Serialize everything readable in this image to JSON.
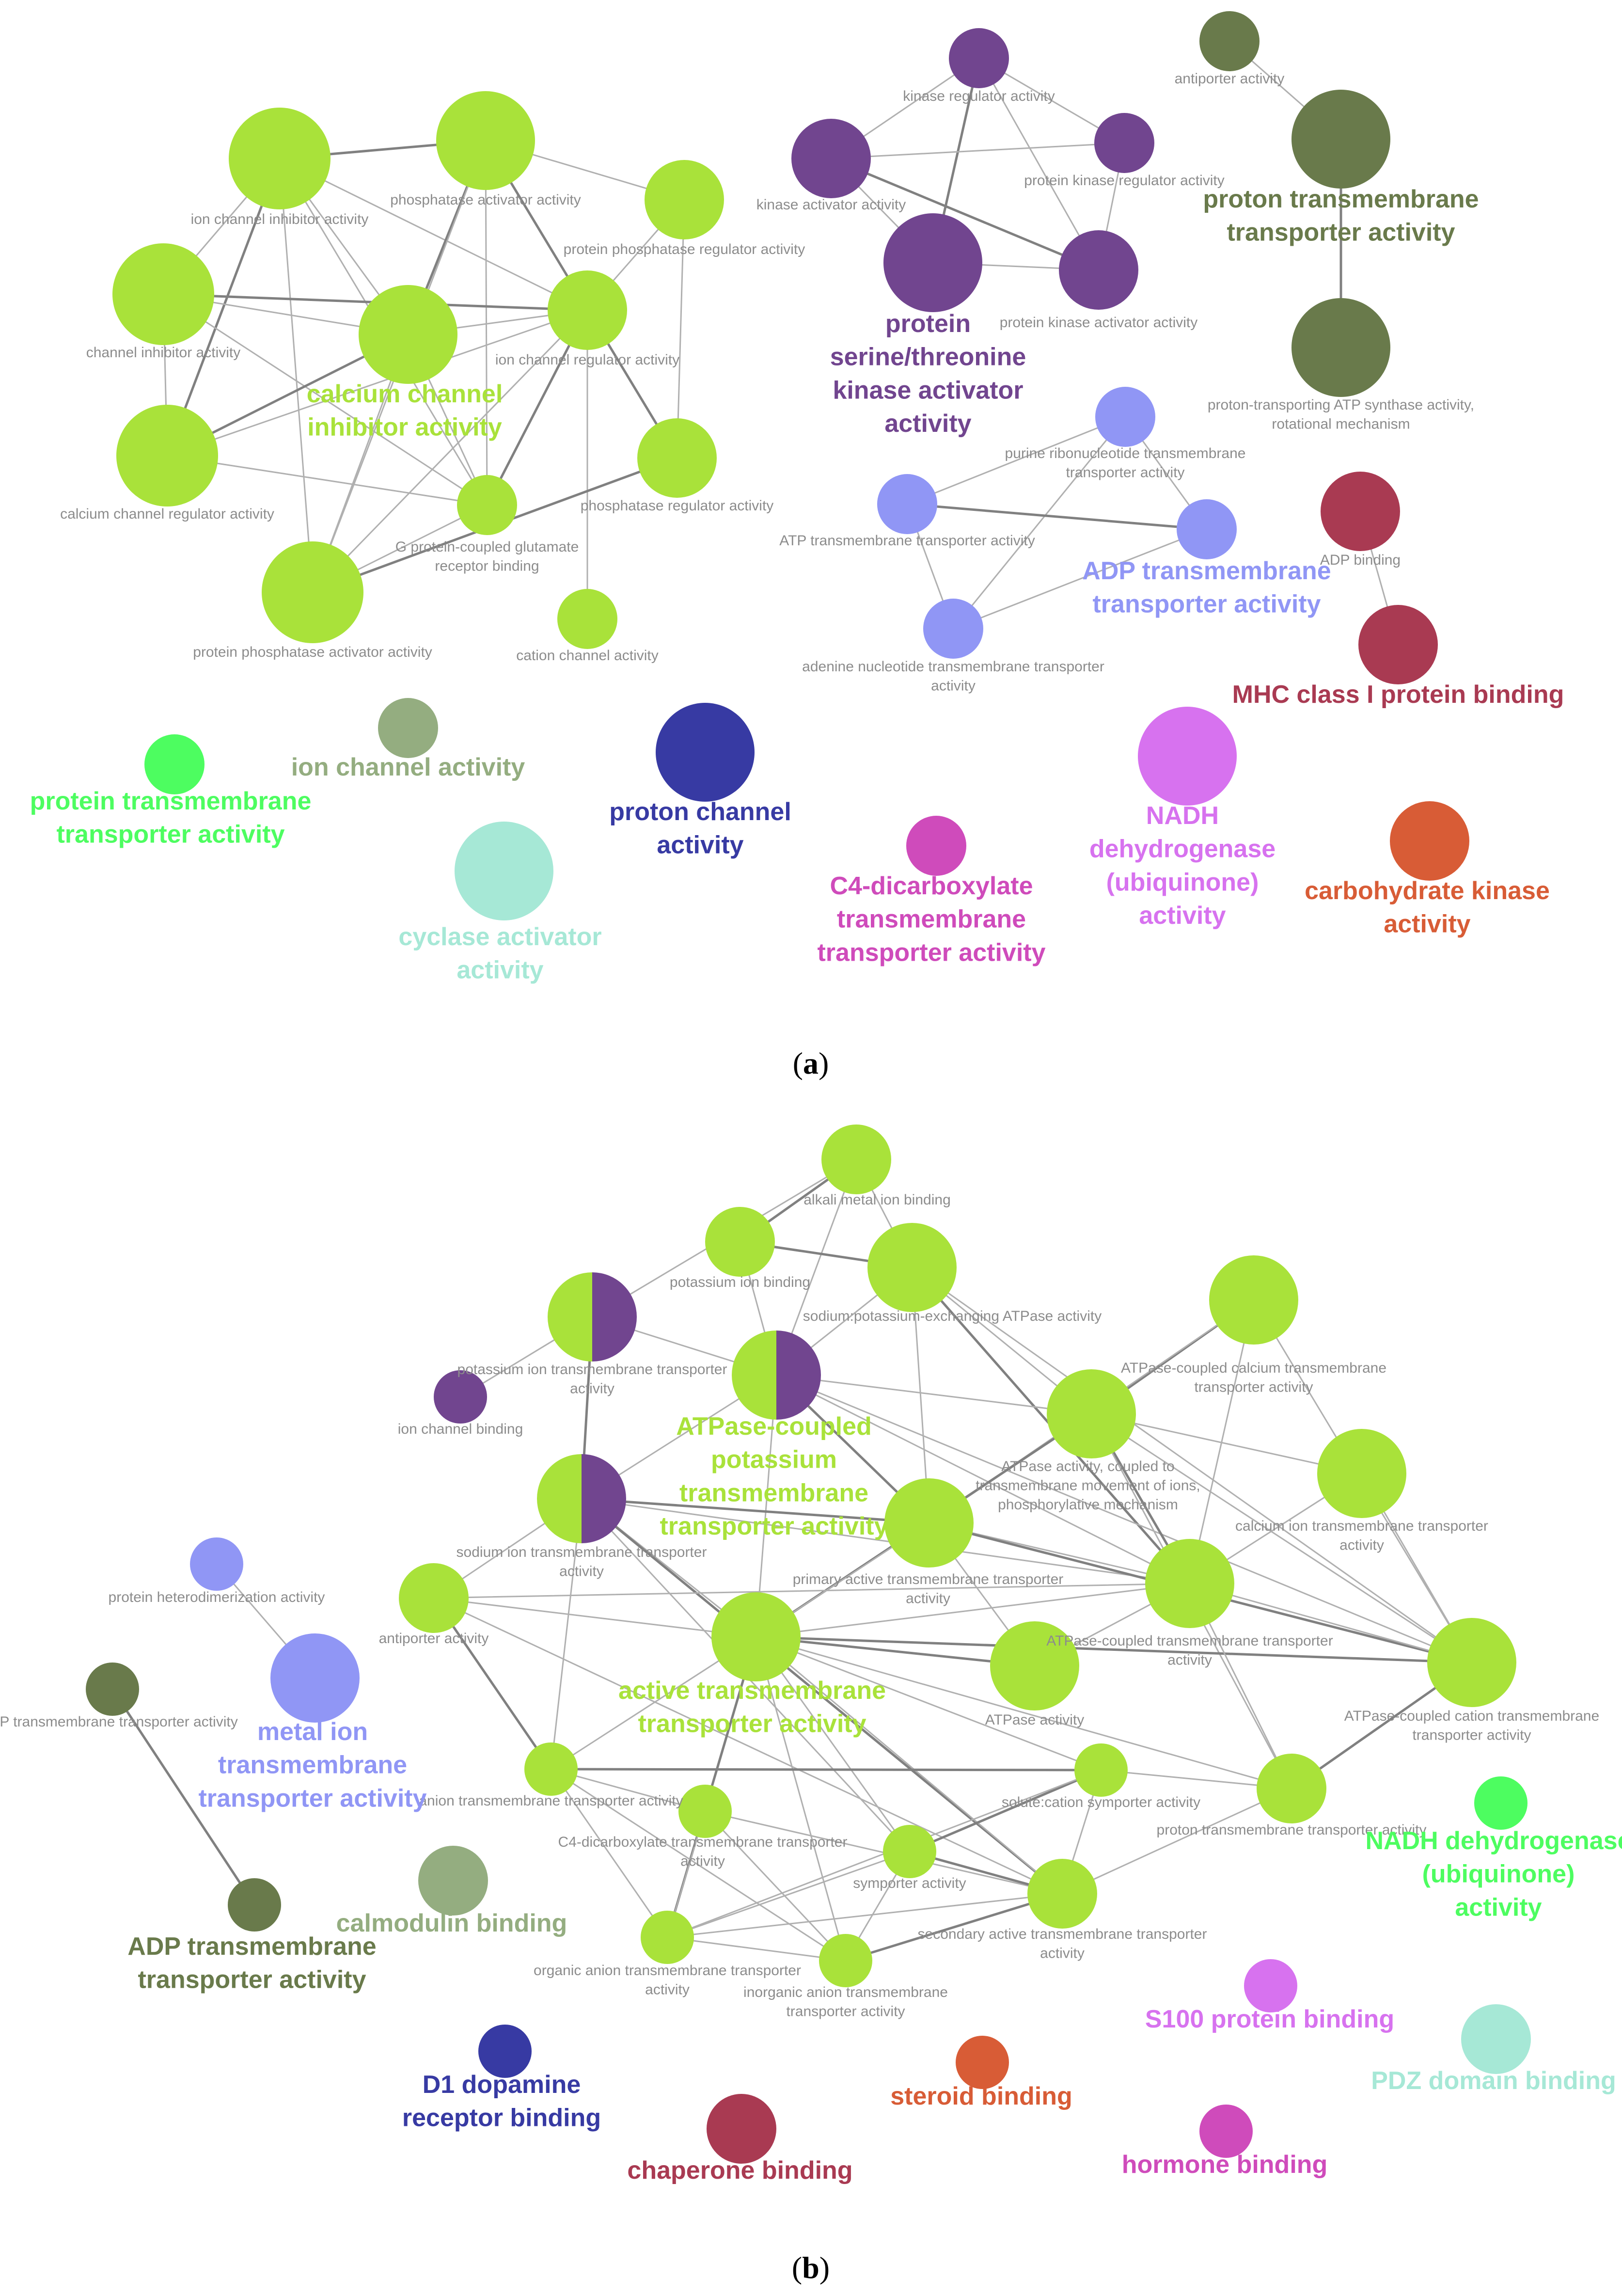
{
  "colors": {
    "lime": "#a9e23a",
    "purple": "#71458f",
    "olive": "#697a4b",
    "periwinkle": "#9096f5",
    "crimson": "#a93a52",
    "green": "#4dfd60",
    "sage": "#94ad80",
    "navy": "#373aa3",
    "aqua": "#a6e8d6",
    "magenta": "#cf4bbb",
    "violet": "#d772ef",
    "orange": "#d85c36",
    "edge": "#b0b0b0",
    "edge_strong": "#808080"
  },
  "panels": [
    {
      "label_open": "(",
      "label_letter": "a",
      "label_close": ")",
      "nodes": [
        {
          "id": "a_ionInh",
          "label": "ion channel inhibitor activity",
          "color": "lime"
        },
        {
          "id": "a_phosAct",
          "label": "phosphatase activator activity",
          "color": "lime"
        },
        {
          "id": "a_ppRegAct",
          "label": "protein phosphatase regulator activity",
          "color": "lime"
        },
        {
          "id": "a_chanInh",
          "label": "channel inhibitor activity",
          "color": "lime"
        },
        {
          "id": "a_caInh",
          "label": "calcium channel inhibitor activity",
          "color": "lime",
          "big": true
        },
        {
          "id": "a_ionReg",
          "label": "ion channel regulator activity",
          "color": "lime"
        },
        {
          "id": "a_caReg",
          "label": "calcium channel regulator activity",
          "color": "lime"
        },
        {
          "id": "a_phosReg",
          "label": "phosphatase regulator activity",
          "color": "lime"
        },
        {
          "id": "a_gpcr",
          "label": "G protein-coupled glutamate receptor binding",
          "color": "lime"
        },
        {
          "id": "a_ppAct",
          "label": "protein phosphatase activator activity",
          "color": "lime"
        },
        {
          "id": "a_cation",
          "label": "cation channel activity",
          "color": "lime"
        },
        {
          "id": "a_kinReg",
          "label": "kinase regulator activity",
          "color": "purple"
        },
        {
          "id": "a_kinAct",
          "label": "kinase activator activity",
          "color": "purple"
        },
        {
          "id": "a_pkReg",
          "label": "protein kinase regulator activity",
          "color": "purple"
        },
        {
          "id": "a_pstk",
          "label": "protein serine/threonine kinase activator activity",
          "color": "purple",
          "big": true
        },
        {
          "id": "a_pkAct",
          "label": "protein kinase activator activity",
          "color": "purple"
        },
        {
          "id": "a_antiporter",
          "label": "antiporter activity",
          "color": "olive"
        },
        {
          "id": "a_proton",
          "label": "proton transmembrane transporter activity",
          "color": "olive",
          "big": true
        },
        {
          "id": "a_atpSynth",
          "label": "proton-transporting ATP synthase activity, rotational mechanism",
          "color": "olive"
        },
        {
          "id": "a_purine",
          "label": "purine ribonucleotide transmembrane transporter activity",
          "color": "periwinkle"
        },
        {
          "id": "a_atpTrans",
          "label": "ATP transmembrane transporter activity",
          "color": "periwinkle"
        },
        {
          "id": "a_adp",
          "label": "ADP transmembrane transporter activity",
          "color": "periwinkle",
          "big": true
        },
        {
          "id": "a_adenine",
          "label": "adenine nucleotide transmembrane transporter activity",
          "color": "periwinkle"
        },
        {
          "id": "a_adpBind",
          "label": "ADP binding",
          "color": "crimson"
        },
        {
          "id": "a_mhc",
          "label": "MHC class I protein binding",
          "color": "crimson",
          "big": true
        },
        {
          "id": "a_ptt",
          "label": "protein transmembrane transporter activity",
          "color": "green",
          "big": true
        },
        {
          "id": "a_ionChan",
          "label": "ion channel activity",
          "color": "sage",
          "big": true
        },
        {
          "id": "a_protonChan",
          "label": "proton channel activity",
          "color": "navy",
          "big": true
        },
        {
          "id": "a_cyclase",
          "label": "cyclase activator activity",
          "color": "aqua",
          "big": true
        },
        {
          "id": "a_c4",
          "label": "C4-dicarboxylate transmembrane transporter activity",
          "color": "magenta",
          "big": true
        },
        {
          "id": "a_nadh",
          "label": "NADH dehydrogenase (ubiquinone) activity",
          "color": "violet",
          "big": true
        },
        {
          "id": "a_carb",
          "label": "carbohydrate kinase activity",
          "color": "orange",
          "big": true
        }
      ],
      "edges": [
        [
          "a_ionInh",
          "a_phosAct"
        ],
        [
          "a_ionInh",
          "a_chanInh"
        ],
        [
          "a_ionInh",
          "a_caInh"
        ],
        [
          "a_ionInh",
          "a_ionReg"
        ],
        [
          "a_ionInh",
          "a_caReg"
        ],
        [
          "a_ionInh",
          "a_gpcr"
        ],
        [
          "a_ionInh",
          "a_ppAct"
        ],
        [
          "a_phosAct",
          "a_ppRegAct"
        ],
        [
          "a_phosAct",
          "a_caInh"
        ],
        [
          "a_phosAct",
          "a_ionReg"
        ],
        [
          "a_phosAct",
          "a_gpcr"
        ],
        [
          "a_phosAct",
          "a_ppAct"
        ],
        [
          "a_phosAct",
          "a_phosReg"
        ],
        [
          "a_ppRegAct",
          "a_phosReg"
        ],
        [
          "a_ppRegAct",
          "a_ionReg"
        ],
        [
          "a_chanInh",
          "a_caInh"
        ],
        [
          "a_chanInh",
          "a_ionReg"
        ],
        [
          "a_chanInh",
          "a_caReg"
        ],
        [
          "a_chanInh",
          "a_gpcr"
        ],
        [
          "a_caInh",
          "a_ionReg"
        ],
        [
          "a_caInh",
          "a_caReg"
        ],
        [
          "a_caInh",
          "a_gpcr"
        ],
        [
          "a_caInh",
          "a_ppAct"
        ],
        [
          "a_ionReg",
          "a_caReg"
        ],
        [
          "a_ionReg",
          "a_gpcr"
        ],
        [
          "a_ionReg",
          "a_cation"
        ],
        [
          "a_ionReg",
          "a_ppAct"
        ],
        [
          "a_caReg",
          "a_gpcr"
        ],
        [
          "a_phosReg",
          "a_ppAct"
        ],
        [
          "a_gpcr",
          "a_ppAct"
        ],
        [
          "a_kinReg",
          "a_kinAct"
        ],
        [
          "a_kinReg",
          "a_pkReg"
        ],
        [
          "a_kinReg",
          "a_pstk"
        ],
        [
          "a_kinReg",
          "a_pkAct"
        ],
        [
          "a_kinAct",
          "a_pkReg"
        ],
        [
          "a_kinAct",
          "a_pstk"
        ],
        [
          "a_kinAct",
          "a_pkAct"
        ],
        [
          "a_pkReg",
          "a_pkAct"
        ],
        [
          "a_pstk",
          "a_pkAct"
        ],
        [
          "a_antiporter",
          "a_proton"
        ],
        [
          "a_proton",
          "a_atpSynth"
        ],
        [
          "a_purine",
          "a_atpTrans"
        ],
        [
          "a_purine",
          "a_adp"
        ],
        [
          "a_purine",
          "a_adenine"
        ],
        [
          "a_atpTrans",
          "a_adp"
        ],
        [
          "a_atpTrans",
          "a_adenine"
        ],
        [
          "a_adp",
          "a_adenine"
        ],
        [
          "a_adpBind",
          "a_mhc"
        ]
      ]
    },
    {
      "label_open": "(",
      "label_letter": "b",
      "label_close": ")",
      "nodes": [
        {
          "id": "b_alkali",
          "label": "alkali metal ion binding",
          "color": "lime"
        },
        {
          "id": "b_potBind",
          "label": "potassium ion binding",
          "color": "lime"
        },
        {
          "id": "b_naK",
          "label": "sodium:potassium-exchanging ATPase activity",
          "color": "lime"
        },
        {
          "id": "b_kTrans",
          "label": "potassium ion transmembrane transporter activity",
          "color": "lime",
          "color2": "purple"
        },
        {
          "id": "b_ionChanBind",
          "label": "ion channel binding",
          "color": "purple"
        },
        {
          "id": "b_atpaseK",
          "label": "ATPase-coupled potassium transmembrane transporter activity",
          "color": "lime",
          "color2": "purple",
          "big": true
        },
        {
          "id": "b_atpaseCa",
          "label": "ATPase-coupled calcium transmembrane transporter activity",
          "color": "lime"
        },
        {
          "id": "b_naTrans",
          "label": "sodium ion transmembrane transporter activity",
          "color": "lime",
          "color2": "purple"
        },
        {
          "id": "b_atpaseIons",
          "label": "ATPase activity, coupled to transmembrane movement of ions, phosphorylative mechanism",
          "color": "lime"
        },
        {
          "id": "b_caIon",
          "label": "calcium ion transmembrane transporter activity",
          "color": "lime"
        },
        {
          "id": "b_primary",
          "label": "primary active transmembrane transporter activity",
          "color": "lime"
        },
        {
          "id": "b_antiporter",
          "label": "antiporter activity",
          "color": "lime"
        },
        {
          "id": "b_atpaseCoupled",
          "label": "ATPase-coupled transmembrane transporter activity",
          "color": "lime"
        },
        {
          "id": "b_active",
          "label": "active transmembrane transporter activity",
          "color": "lime",
          "big": true
        },
        {
          "id": "b_atpase",
          "label": "ATPase activity",
          "color": "lime"
        },
        {
          "id": "b_atpaseCation",
          "label": "ATPase-coupled cation transmembrane transporter activity",
          "color": "lime"
        },
        {
          "id": "b_anion",
          "label": "anion transmembrane transporter activity",
          "color": "lime"
        },
        {
          "id": "b_soluteCation",
          "label": "solute:cation symporter activity",
          "color": "lime"
        },
        {
          "id": "b_c4",
          "label": "C4-dicarboxylate transmembrane transporter activity",
          "color": "lime"
        },
        {
          "id": "b_protonTT",
          "label": "proton transmembrane transporter activity",
          "color": "lime"
        },
        {
          "id": "b_symporter",
          "label": "symporter activity",
          "color": "lime"
        },
        {
          "id": "b_secondary",
          "label": "secondary active transmembrane transporter activity",
          "color": "lime"
        },
        {
          "id": "b_organic",
          "label": "organic anion transmembrane transporter activity",
          "color": "lime"
        },
        {
          "id": "b_inorganic",
          "label": "inorganic anion transmembrane transporter activity",
          "color": "lime"
        },
        {
          "id": "b_hetero",
          "label": "protein heterodimerization activity",
          "color": "periwinkle"
        },
        {
          "id": "b_metalIon",
          "label": "metal ion transmembrane transporter activity",
          "color": "periwinkle",
          "big": true
        },
        {
          "id": "b_atpTT",
          "label": "ATP transmembrane transporter activity",
          "color": "olive"
        },
        {
          "id": "b_adpTT",
          "label": "ADP transmembrane transporter activity",
          "color": "olive",
          "big": true
        },
        {
          "id": "b_calmodulin",
          "label": "calmodulin binding",
          "color": "sage",
          "big": true
        },
        {
          "id": "b_nadh",
          "label": "NADH dehydrogenase (ubiquinone) activity",
          "color": "green",
          "big": true
        },
        {
          "id": "b_s100",
          "label": "S100 protein binding",
          "color": "violet",
          "big": true
        },
        {
          "id": "b_pdz",
          "label": "PDZ domain binding",
          "color": "aqua",
          "big": true
        },
        {
          "id": "b_d1",
          "label": "D1 dopamine receptor binding",
          "color": "navy",
          "big": true
        },
        {
          "id": "b_steroid",
          "label": "steroid binding",
          "color": "orange",
          "big": true
        },
        {
          "id": "b_chaperone",
          "label": "chaperone binding",
          "color": "crimson",
          "big": true
        },
        {
          "id": "b_hormone",
          "label": "hormone binding",
          "color": "magenta",
          "big": true
        }
      ],
      "edges": [
        [
          "b_alkali",
          "b_potBind"
        ],
        [
          "b_alkali",
          "b_naK"
        ],
        [
          "b_alkali",
          "b_atpaseK"
        ],
        [
          "b_alkali",
          "b_kTrans"
        ],
        [
          "b_potBind",
          "b_naK"
        ],
        [
          "b_potBind",
          "b_atpaseK"
        ],
        [
          "b_naK",
          "b_atpaseK"
        ],
        [
          "b_naK",
          "b_atpaseIons"
        ],
        [
          "b_naK",
          "b_atpaseCoupled"
        ],
        [
          "b_naK",
          "b_primary"
        ],
        [
          "b_naK",
          "b_atpaseCation"
        ],
        [
          "b_kTrans",
          "b_atpaseK"
        ],
        [
          "b_kTrans",
          "b_naTrans"
        ],
        [
          "b_kTrans",
          "b_ionChanBind"
        ],
        [
          "b_atpaseK",
          "b_naTrans"
        ],
        [
          "b_atpaseK",
          "b_atpaseIons"
        ],
        [
          "b_atpaseK",
          "b_primary"
        ],
        [
          "b_atpaseK",
          "b_active"
        ],
        [
          "b_atpaseK",
          "b_atpaseCoupled"
        ],
        [
          "b_atpaseK",
          "b_atpaseCation"
        ],
        [
          "b_atpaseCa",
          "b_atpaseIons"
        ],
        [
          "b_atpaseCa",
          "b_atpaseCoupled"
        ],
        [
          "b_atpaseCa",
          "b_atpaseCation"
        ],
        [
          "b_atpaseCa",
          "b_primary"
        ],
        [
          "b_naTrans",
          "b_primary"
        ],
        [
          "b_naTrans",
          "b_active"
        ],
        [
          "b_naTrans",
          "b_antiporter"
        ],
        [
          "b_naTrans",
          "b_atpaseCoupled"
        ],
        [
          "b_naTrans",
          "b_secondary"
        ],
        [
          "b_naTrans",
          "b_symporter"
        ],
        [
          "b_naTrans",
          "b_anion"
        ],
        [
          "b_atpaseIons",
          "b_primary"
        ],
        [
          "b_atpaseIons",
          "b_atpaseCoupled"
        ],
        [
          "b_atpaseIons",
          "b_atpaseCation"
        ],
        [
          "b_atpaseIons",
          "b_caIon"
        ],
        [
          "b_atpaseIons",
          "b_protonTT"
        ],
        [
          "b_atpaseIons",
          "b_active"
        ],
        [
          "b_caIon",
          "b_atpaseCation"
        ],
        [
          "b_caIon",
          "b_atpaseCoupled"
        ],
        [
          "b_primary",
          "b_atpaseCoupled"
        ],
        [
          "b_primary",
          "b_atpaseCation"
        ],
        [
          "b_primary",
          "b_active"
        ],
        [
          "b_primary",
          "b_atpase"
        ],
        [
          "b_antiporter",
          "b_active"
        ],
        [
          "b_antiporter",
          "b_anion"
        ],
        [
          "b_antiporter",
          "b_secondary"
        ],
        [
          "b_antiporter",
          "b_atpaseCoupled"
        ],
        [
          "b_active",
          "b_atpaseCoupled"
        ],
        [
          "b_active",
          "b_atpaseCation"
        ],
        [
          "b_active",
          "b_secondary"
        ],
        [
          "b_active",
          "b_anion"
        ],
        [
          "b_active",
          "b_symporter"
        ],
        [
          "b_active",
          "b_organic"
        ],
        [
          "b_active",
          "b_inorganic"
        ],
        [
          "b_active",
          "b_soluteCation"
        ],
        [
          "b_active",
          "b_protonTT"
        ],
        [
          "b_active",
          "b_atpase"
        ],
        [
          "b_atpaseCoupled",
          "b_atpaseCation"
        ],
        [
          "b_atpaseCoupled",
          "b_protonTT"
        ],
        [
          "b_atpaseCoupled",
          "b_atpase"
        ],
        [
          "b_atpaseCation",
          "b_protonTT"
        ],
        [
          "b_anion",
          "b_organic"
        ],
        [
          "b_anion",
          "b_inorganic"
        ],
        [
          "b_anion",
          "b_c4"
        ],
        [
          "b_anion",
          "b_soluteCation"
        ],
        [
          "b_c4",
          "b_organic"
        ],
        [
          "b_c4",
          "b_inorganic"
        ],
        [
          "b_c4",
          "b_secondary"
        ],
        [
          "b_soluteCation",
          "b_symporter"
        ],
        [
          "b_soluteCation",
          "b_secondary"
        ],
        [
          "b_soluteCation",
          "b_protonTT"
        ],
        [
          "b_soluteCation",
          "b_organic"
        ],
        [
          "b_symporter",
          "b_secondary"
        ],
        [
          "b_symporter",
          "b_organic"
        ],
        [
          "b_symporter",
          "b_inorganic"
        ],
        [
          "b_secondary",
          "b_organic"
        ],
        [
          "b_secondary",
          "b_inorganic"
        ],
        [
          "b_secondary",
          "b_protonTT"
        ],
        [
          "b_organic",
          "b_inorganic"
        ],
        [
          "b_hetero",
          "b_metalIon"
        ],
        [
          "b_atpTT",
          "b_adpTT"
        ]
      ]
    }
  ]
}
